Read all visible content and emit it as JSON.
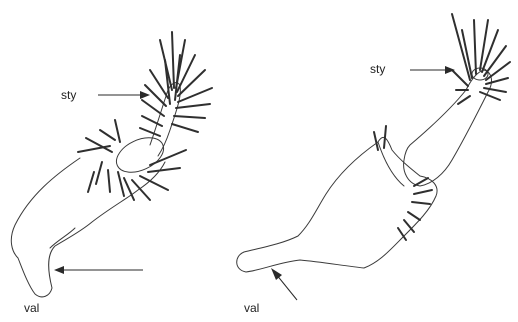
{
  "labels": {
    "left_sty": "sty",
    "left_val": "val",
    "right_sty": "sty",
    "right_val": "val"
  }
}
